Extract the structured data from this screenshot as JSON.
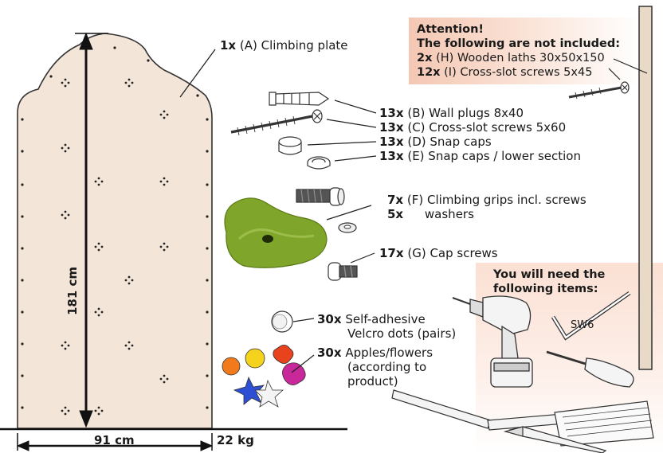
{
  "plate": {
    "qty": "1x",
    "label": "(A) Climbing plate",
    "height": "181 cm",
    "width": "91 cm",
    "weight": "22 kg"
  },
  "parts": [
    {
      "qty": "13x",
      "label": "(B) Wall plugs 8x40"
    },
    {
      "qty": "13x",
      "label": "(C) Cross-slot screws 5x60"
    },
    {
      "qty": "13x",
      "label": "(D) Snap caps"
    },
    {
      "qty": "13x",
      "label": "(E) Snap caps / lower section"
    },
    {
      "qty": "7x",
      "label": "(F) Climbing grips incl. screws"
    },
    {
      "qty": "5x",
      "label": "washers"
    },
    {
      "qty": "17x",
      "label": "(G) Cap screws"
    }
  ],
  "velcro": {
    "qty": "30x",
    "line1": "Self-adhesive",
    "line2": "Velcro dots (pairs)"
  },
  "apples": {
    "qty": "30x",
    "line1": "Apples/flowers",
    "line2": "(according to",
    "line3": "product)"
  },
  "attention": {
    "title": "Attention!",
    "subtitle": "The following are not included:",
    "items": [
      {
        "qty": "2x",
        "label": "(H) Wooden laths 30x50x150"
      },
      {
        "qty": "12x",
        "label": "(I) Cross-slot screws 5x45"
      }
    ]
  },
  "need": {
    "line1": "You will need the",
    "line2": "following items:",
    "hex_key": "SW6"
  },
  "colors": {
    "plate": "#f3e6d8",
    "grip": "#7fa52a",
    "attention_bg": "#f4c7b3",
    "lath": "#e9d9c7"
  }
}
